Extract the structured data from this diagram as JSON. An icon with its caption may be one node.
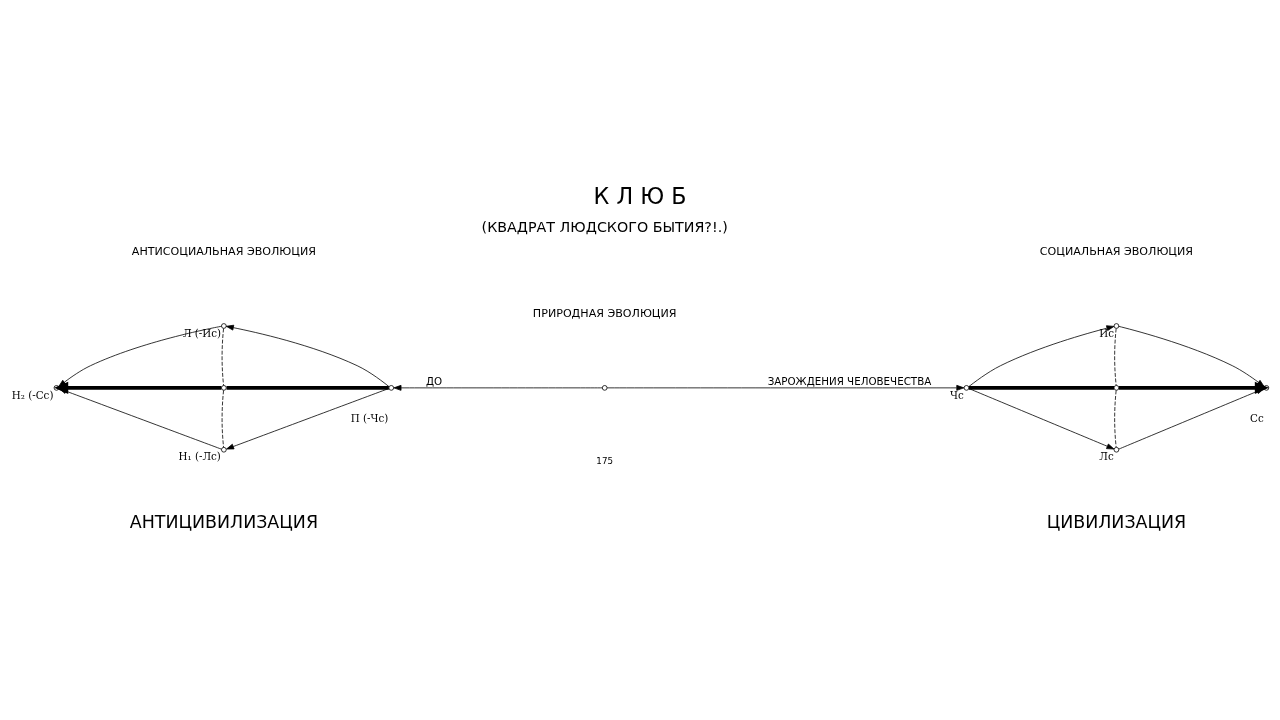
{
  "diagram": {
    "title": "К Л Ю Б",
    "nodes": [
      {
        "text": [],
        "shape": "circle",
        "beside": [
          "Л (-Ис)"
        ]
      },
      {
        "text": [],
        "shape": "circle",
        "beside": [
          "Н₂ (-Сс)"
        ]
      },
      {
        "text": [],
        "shape": "circle"
      },
      {
        "text": [],
        "shape": "circle",
        "beside": [
          "П (-Чс)"
        ]
      },
      {
        "text": [],
        "shape": "circle",
        "beside": [
          "Н₁ (-Лс)"
        ]
      },
      {
        "text": [],
        "shape": "circle"
      },
      {
        "text": [],
        "shape": "circle",
        "beside": [
          "Чс"
        ]
      },
      {
        "text": [],
        "shape": "circle",
        "beside": [
          "Ис"
        ]
      },
      {
        "text": [],
        "shape": "circle"
      },
      {
        "text": [],
        "shape": "circle",
        "beside": [
          "Лс"
        ]
      },
      {
        "text": [],
        "shape": "circle",
        "beside": [
          "Сс"
        ]
      }
    ],
    "edges": [
      {
        "from": 3,
        "to": 0,
        "arrow": "to"
      },
      {
        "from": 0,
        "to": 1,
        "arrow": "to"
      },
      {
        "from": 3,
        "to": 4,
        "arrow": "to"
      },
      {
        "from": 4,
        "to": 1,
        "arrow": "to"
      },
      {
        "from": 3,
        "to": 2,
        "arrow": "none",
        "style": "thick"
      },
      {
        "from": 2,
        "to": 1,
        "arrow": "to",
        "style": "thick"
      },
      {
        "from": 0,
        "to": 2,
        "arrow": "none",
        "style": "dashed"
      },
      {
        "from": 2,
        "to": 4,
        "arrow": "none",
        "style": "dashed"
      },
      {
        "from": 5,
        "to": 3,
        "arrow": "to",
        "label": "ДО"
      },
      {
        "from": 5,
        "to": 6,
        "arrow": "to",
        "label": "ЗАРОЖДЕНИЯ ЧЕЛОВЕЧЕСТВА"
      },
      {
        "from": 6,
        "to": 7,
        "arrow": "to"
      },
      {
        "from": 7,
        "to": 10,
        "arrow": "to"
      },
      {
        "from": 6,
        "to": 9,
        "arrow": "to"
      },
      {
        "from": 9,
        "to": 10,
        "arrow": "to"
      },
      {
        "from": 6,
        "to": 8,
        "arrow": "none",
        "style": "thick"
      },
      {
        "from": 8,
        "to": 10,
        "arrow": "to",
        "style": "thick"
      },
      {
        "from": 7,
        "to": 8,
        "arrow": "none",
        "style": "dashed"
      },
      {
        "from": 8,
        "to": 9,
        "arrow": "none",
        "style": "dashed"
      }
    ],
    "labels": [
      "(КВАДРАТ ЛЮДСКОГО БЫТИЯ?!.)",
      "ПРИРОДНАЯ ЭВОЛЮЦИЯ",
      "АНТИСОЦИАЛЬНАЯ ЭВОЛЮЦИЯ",
      "СОЦИАЛЬНАЯ ЭВОЛЮЦИЯ",
      "АНТИЦИВИЛИЗАЦИЯ",
      "ЦИВИЛИЗАЦИЯ",
      "175"
    ]
  }
}
